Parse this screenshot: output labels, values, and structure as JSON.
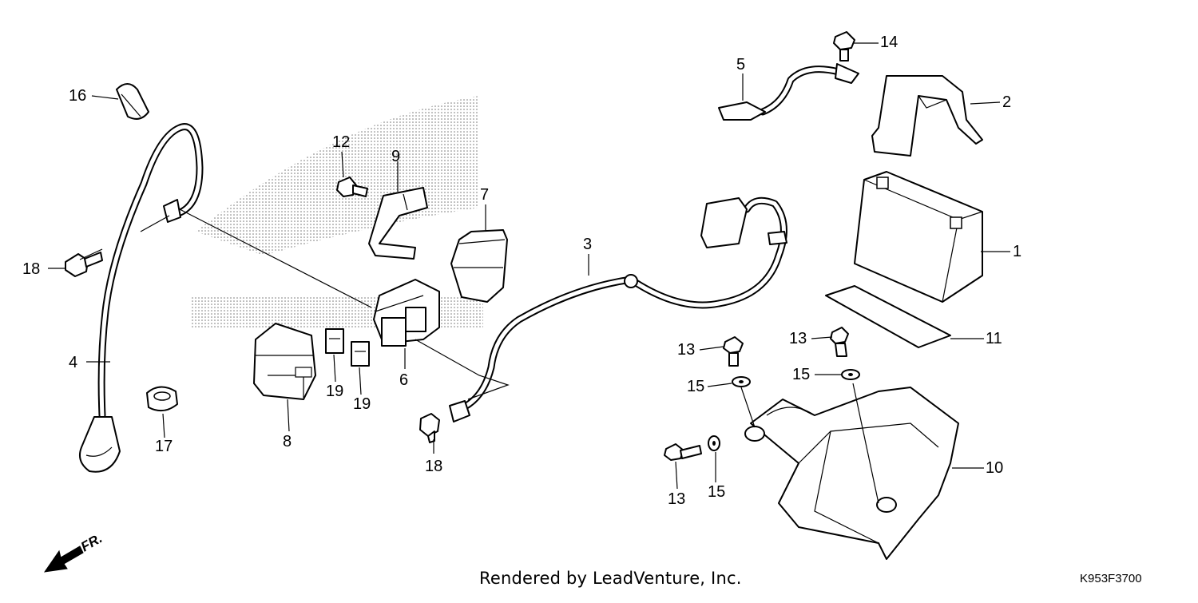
{
  "callouts": {
    "c1": "1",
    "c2": "2",
    "c3": "3",
    "c4": "4",
    "c5": "5",
    "c6": "6",
    "c7": "7",
    "c8": "8",
    "c9": "9",
    "c10": "10",
    "c11": "11",
    "c12": "12",
    "c13a": "13",
    "c13b": "13",
    "c13c": "13",
    "c14": "14",
    "c15a": "15",
    "c15b": "15",
    "c15c": "15",
    "c16": "16",
    "c17": "17",
    "c18a": "18",
    "c18b": "18",
    "c19a": "19",
    "c19b": "19"
  },
  "footer": {
    "credit": "Rendered by LeadVenture, Inc.",
    "diagram_code": "K953F3700",
    "front_label": "FR."
  },
  "icons": {
    "front_arrow": "arrow-down-left-icon"
  }
}
